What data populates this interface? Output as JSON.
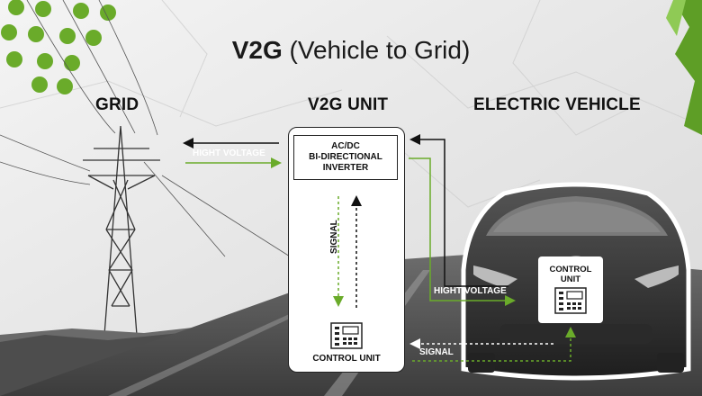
{
  "title": {
    "bold": "V2G",
    "rest": "(Vehicle to Grid)"
  },
  "headers": {
    "grid": "GRID",
    "unit": "V2G UNIT",
    "vehicle": "ELECTRIC VEHICLE"
  },
  "inverter": {
    "line1": "AC/DC",
    "line2": "BI-DIRECTIONAL",
    "line3": "INVERTER"
  },
  "labels": {
    "hv_top": "HIGHT VOLTAGE",
    "signal_vertical": "SIGNAL",
    "control_unit": "CONTROL UNIT",
    "hv_bottom": "HIGHT VOLTAGE",
    "signal_bottom": "SIGNAL",
    "ev_control_line1": "CONTROL",
    "ev_control_line2": "UNIT"
  },
  "colors": {
    "accent_green": "#6aab2a",
    "arrow_black": "#111111"
  }
}
